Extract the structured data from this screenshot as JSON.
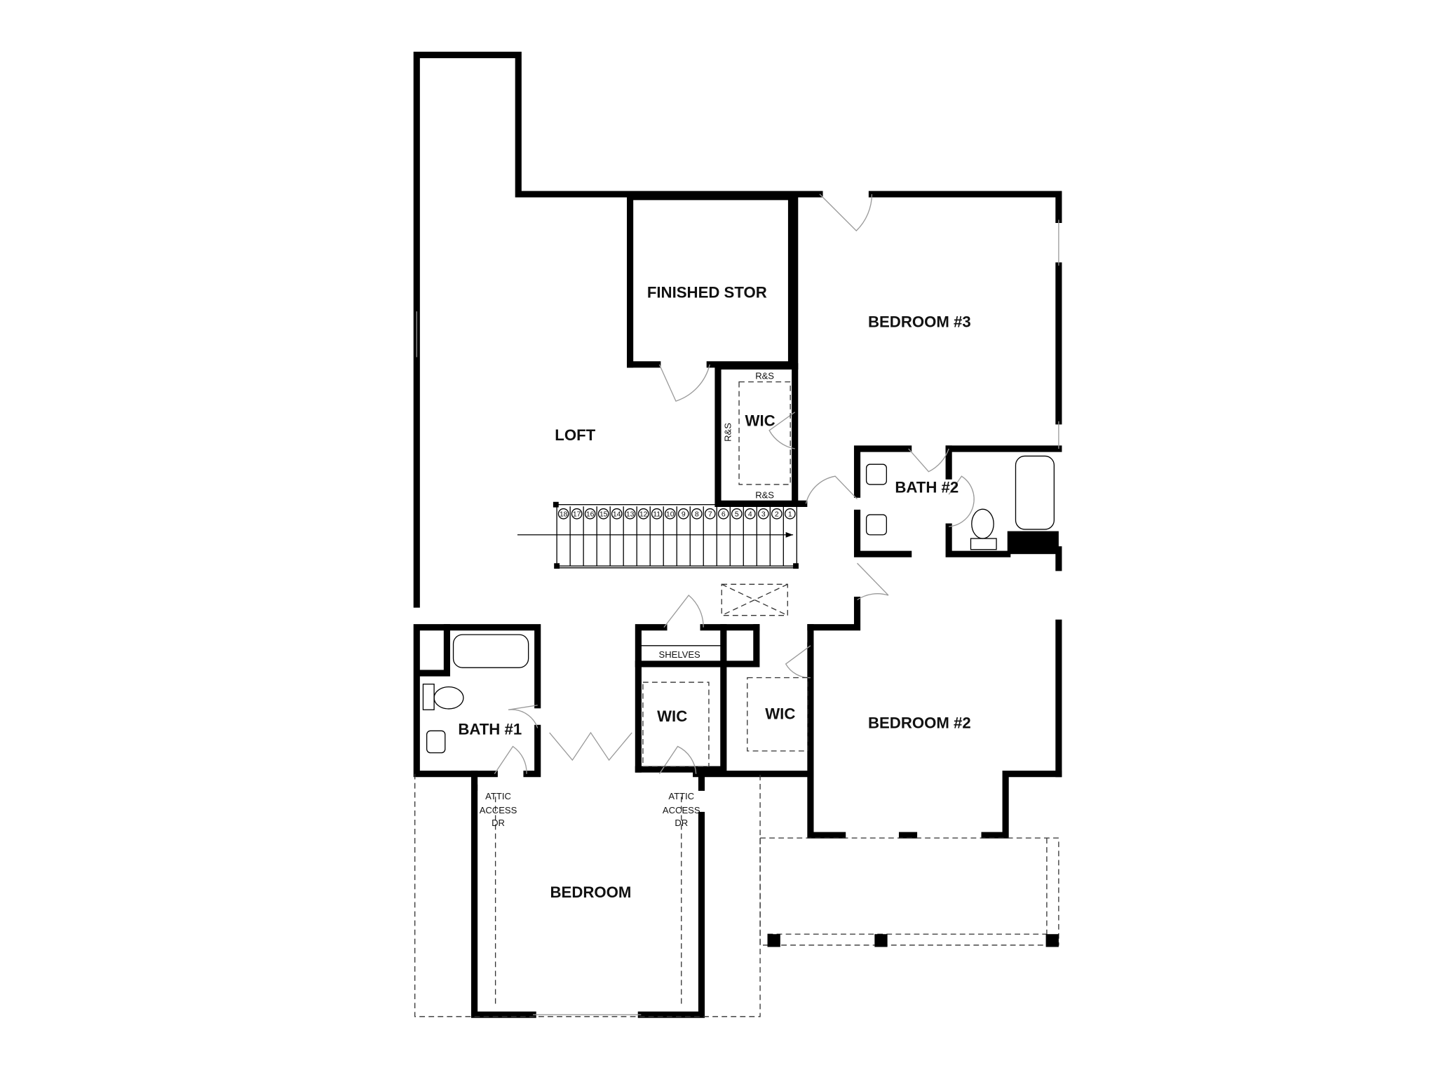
{
  "rooms": {
    "finished_stor": "FINISHED STOR",
    "bedroom3": "BEDROOM #3",
    "loft": "LOFT",
    "wic_upper": "WIC",
    "bath2": "BATH #2",
    "bath1": "BATH #1",
    "wic_lower_left": "WIC",
    "wic_lower_right": "WIC",
    "bedroom2": "BEDROOM #2",
    "bedroom": "BEDROOM"
  },
  "annotations": {
    "rs_top": "R&S",
    "rs_side": "R&S",
    "rs_bottom": "R&S",
    "shelves": "SHELVES",
    "attic_left": [
      "ATTIC",
      "ACCESS",
      "DR"
    ],
    "attic_right": [
      "ATTIC",
      "ACCESS",
      "DR"
    ]
  },
  "stairs": {
    "steps": [
      18,
      17,
      16,
      15,
      14,
      13,
      12,
      11,
      10,
      9,
      8,
      7,
      6,
      5,
      4,
      3,
      2,
      1
    ]
  }
}
